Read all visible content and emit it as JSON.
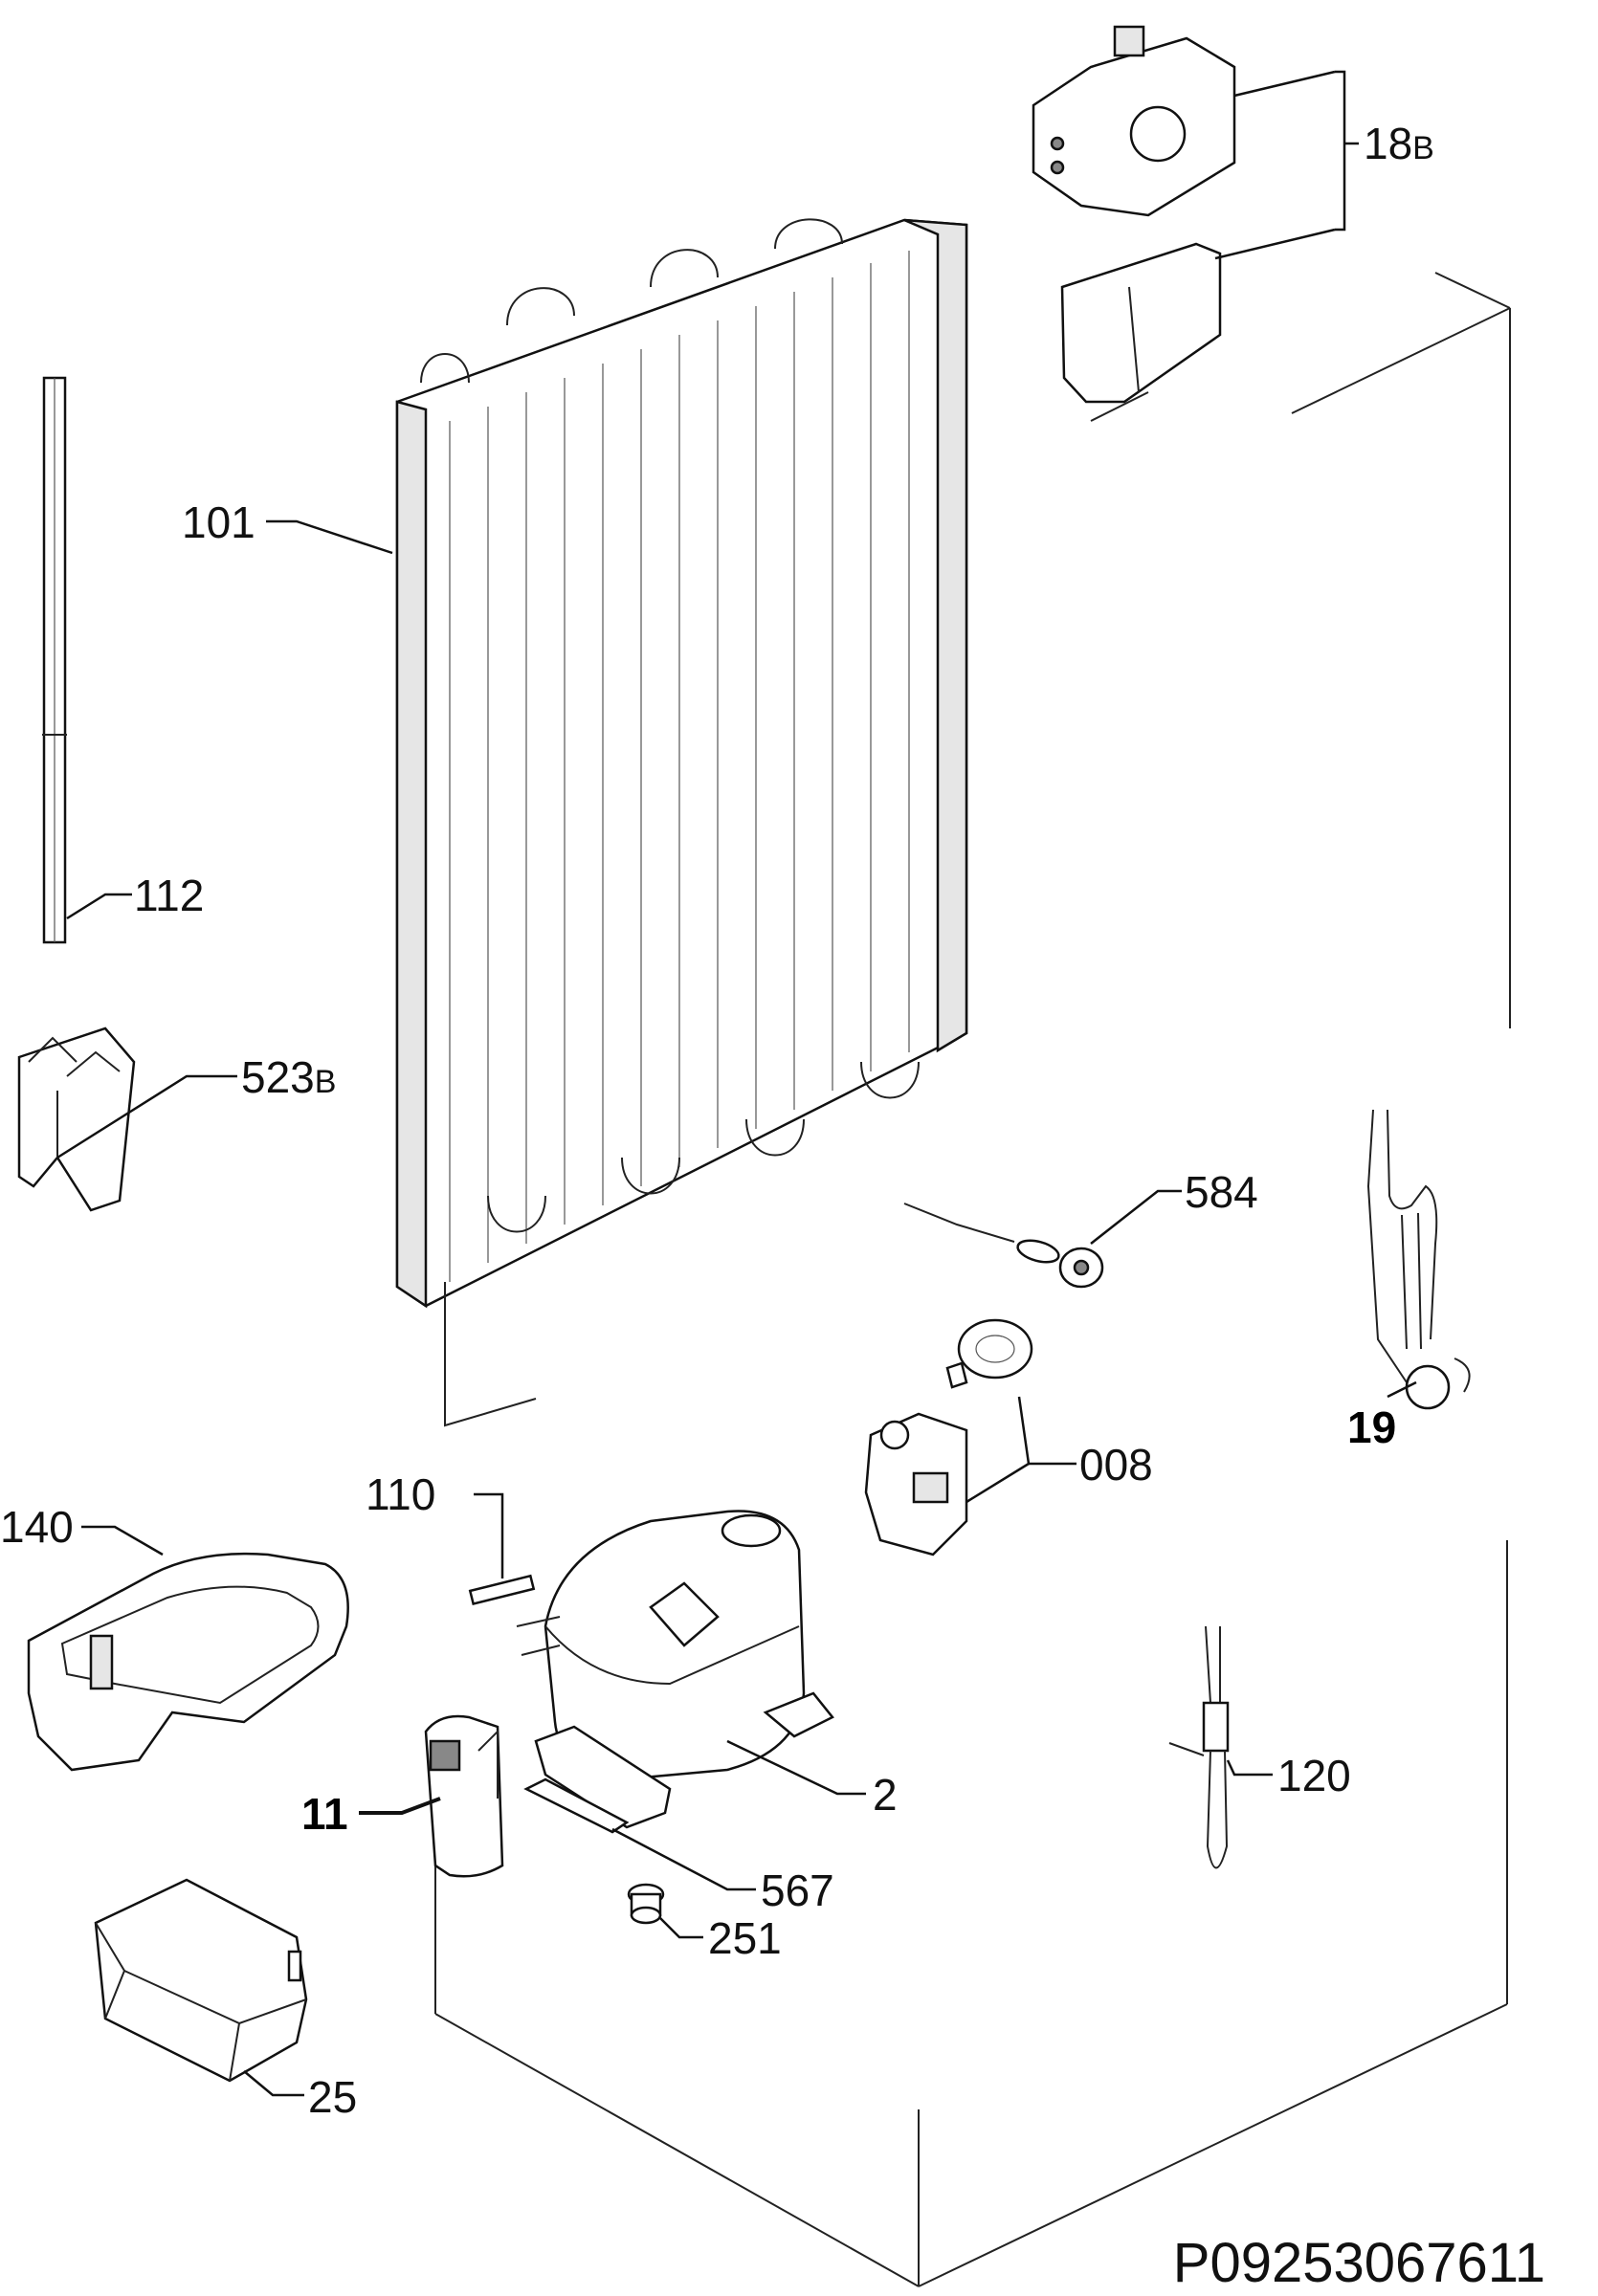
{
  "diagram": {
    "labels": {
      "l_18b": "18",
      "l_18b_suffix": "B",
      "l_101": "101",
      "l_112": "112",
      "l_523b": "523",
      "l_523b_suffix": "B",
      "l_584": "584",
      "l_19": "19",
      "l_008": "008",
      "l_110": "110",
      "l_140": "140",
      "l_2": "2",
      "l_120": "120",
      "l_11": "11",
      "l_567": "567",
      "l_251": "251",
      "l_25": "25"
    },
    "reference_code": "P09253067611"
  }
}
